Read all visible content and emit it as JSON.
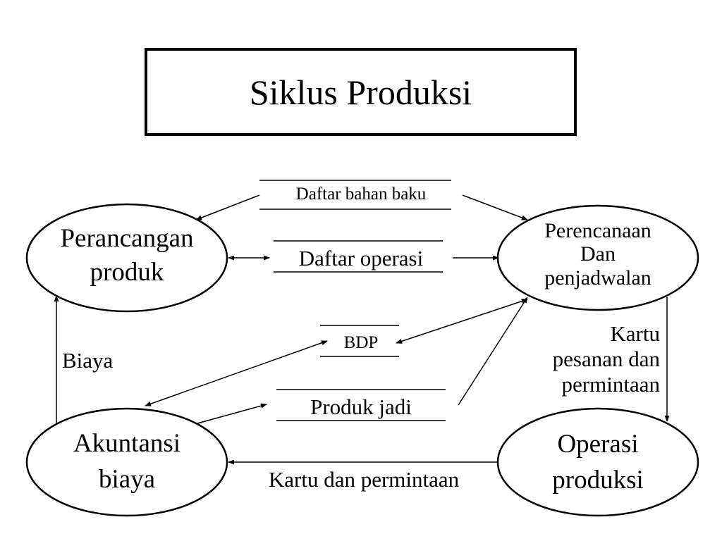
{
  "title": "Siklus Produksi",
  "nodes": {
    "perancangan": [
      "Perancangan",
      "produk"
    ],
    "perencanaan": [
      "Perencanaan",
      "Dan",
      "penjadwalan"
    ],
    "akuntansi": [
      "Akuntansi",
      "biaya"
    ],
    "operasi": [
      "Operasi",
      "produksi"
    ]
  },
  "stores": {
    "daftar_bahan_baku": "Daftar bahan baku",
    "daftar_operasi": "Daftar operasi",
    "bdp": "BDP",
    "produk_jadi": "Produk jadi"
  },
  "labels": {
    "biaya": "Biaya",
    "kartu_pesanan": [
      "Kartu",
      "pesanan dan",
      "permintaan"
    ],
    "kartu_dan_permintaan": "Kartu dan permintaan"
  }
}
